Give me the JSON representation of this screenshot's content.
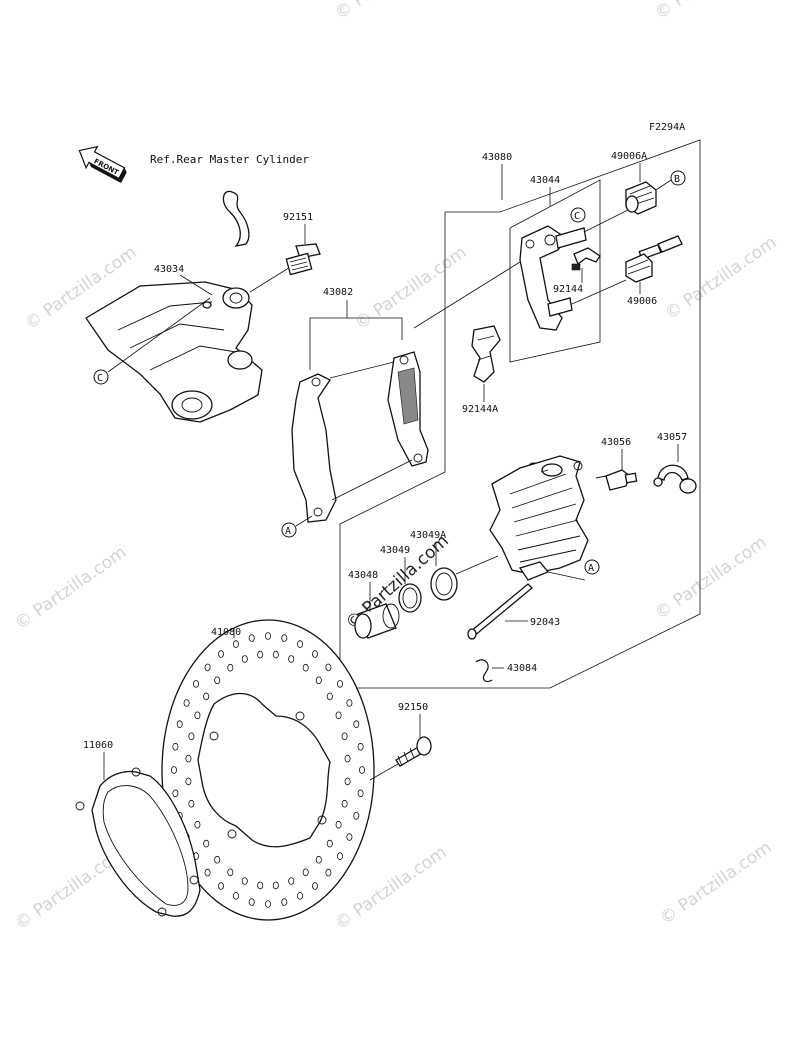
{
  "figure_code": "F2294A",
  "front_label": "FRONT",
  "reference_note": "Ref.Rear Master Cylinder",
  "parts": {
    "p43080": "43080",
    "p43044": "43044",
    "p49006A": "49006A",
    "p92151": "92151",
    "p43034": "43034",
    "p43082": "43082",
    "p92144": "92144",
    "p49006": "49006",
    "p92144A": "92144A",
    "p43056": "43056",
    "p43057": "43057",
    "p43049A": "43049A",
    "p43049": "43049",
    "p43048": "43048",
    "p92043": "92043",
    "p43084": "43084",
    "p41080": "41080",
    "p92150": "92150",
    "p11060": "11060"
  },
  "callouts": {
    "a": "A",
    "b": "B",
    "c": "C"
  },
  "watermark": "© Partzilla.com",
  "colors": {
    "line": "#111111",
    "watermark": "#d4d4d4",
    "background": "#ffffff"
  }
}
